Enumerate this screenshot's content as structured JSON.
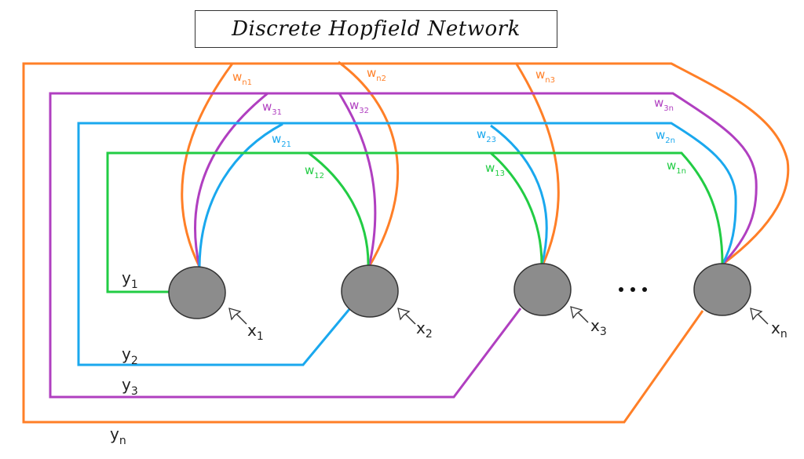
{
  "title": "Discrete Hopfield Network",
  "colors": {
    "y1": "#22cc44",
    "y2": "#1aa8ee",
    "y3": "#b03fc0",
    "yn": "#ff7f27",
    "node_fill": "#8c8c8c",
    "node_stroke": "#333333",
    "text": "#222222"
  },
  "nodes": [
    {
      "id": "node-1",
      "input_label": "x",
      "input_sub": "1"
    },
    {
      "id": "node-2",
      "input_label": "x",
      "input_sub": "2"
    },
    {
      "id": "node-3",
      "input_label": "x",
      "input_sub": "3"
    },
    {
      "id": "node-n",
      "input_label": "x",
      "input_sub": "n"
    }
  ],
  "ellipsis": "...",
  "outputs": [
    {
      "id": "y1",
      "label": "y",
      "sub": "1",
      "color_key": "y1"
    },
    {
      "id": "y2",
      "label": "y",
      "sub": "2",
      "color_key": "y2"
    },
    {
      "id": "y3",
      "label": "y",
      "sub": "3",
      "color_key": "y3"
    },
    {
      "id": "yn",
      "label": "y",
      "sub": "n",
      "color_key": "yn"
    }
  ],
  "weights": [
    {
      "label": "w",
      "sub": "n1",
      "color_key": "yn"
    },
    {
      "label": "w",
      "sub": "n2",
      "color_key": "yn"
    },
    {
      "label": "w",
      "sub": "n3",
      "color_key": "yn"
    },
    {
      "label": "w",
      "sub": "31",
      "color_key": "y3"
    },
    {
      "label": "w",
      "sub": "32",
      "color_key": "y3"
    },
    {
      "label": "w",
      "sub": "3n",
      "color_key": "y3"
    },
    {
      "label": "w",
      "sub": "21",
      "color_key": "y2"
    },
    {
      "label": "w",
      "sub": "23",
      "color_key": "y2"
    },
    {
      "label": "w",
      "sub": "2n",
      "color_key": "y2"
    },
    {
      "label": "w",
      "sub": "12",
      "color_key": "y1"
    },
    {
      "label": "w",
      "sub": "13",
      "color_key": "y1"
    },
    {
      "label": "w",
      "sub": "1n",
      "color_key": "y1"
    }
  ]
}
